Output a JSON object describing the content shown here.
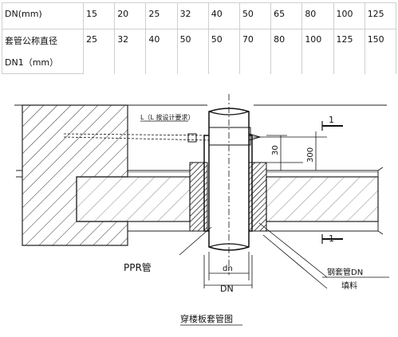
{
  "table": {
    "row1_label": "DN(mm)",
    "row1_values": [
      "15",
      "20",
      "25",
      "32",
      "40",
      "50",
      "65",
      "80",
      "100",
      "125"
    ],
    "row2_label_line1": "套管公称直径",
    "row2_label_line2": "DN1（mm）",
    "row2_values": [
      "25",
      "32",
      "40",
      "50",
      "50",
      "70",
      "80",
      "100",
      "125",
      "150"
    ]
  },
  "drawing": {
    "length_note": "L（L 按设计要求）",
    "dim_30": "30",
    "dim_300": "300",
    "section_top": "1",
    "section_bottom": "1",
    "label_ppr": "PPR管",
    "label_steel_sleeve": "钢套管DN",
    "label_filler": "填料",
    "label_dn1": "dn",
    "label_dn": "DN",
    "caption": "穿楼板套管图"
  }
}
